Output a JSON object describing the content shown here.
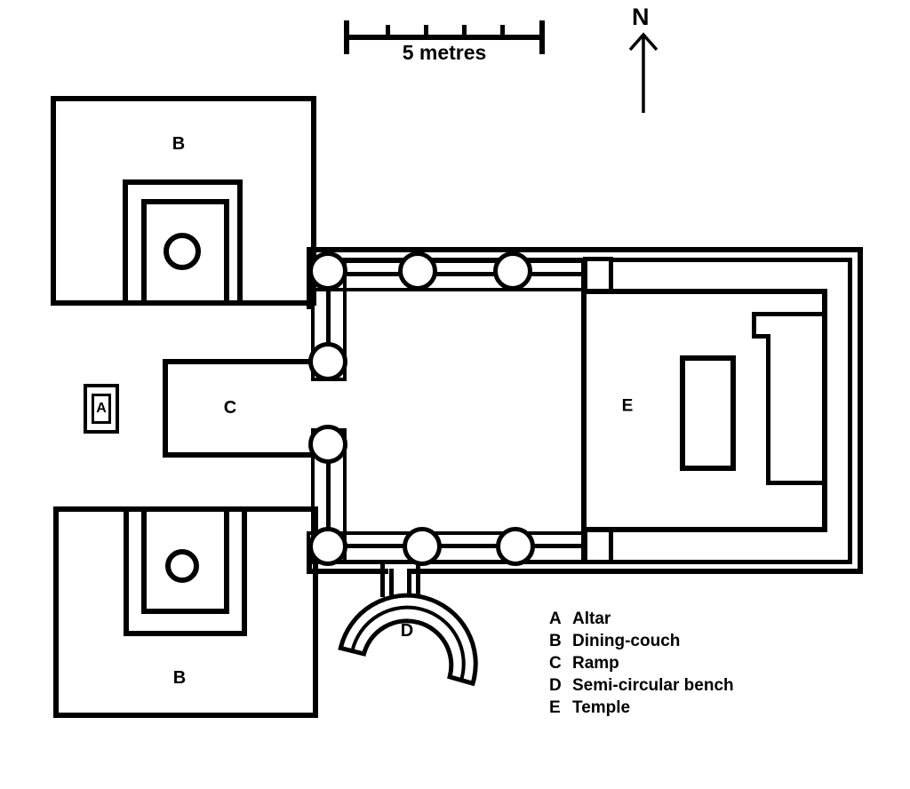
{
  "scale_bar": {
    "label": "5 metres"
  },
  "compass": {
    "north_label": "N"
  },
  "markers": {
    "dining_couch_north": "B",
    "dining_couch_south": "B",
    "altar": "A",
    "ramp": "C",
    "bench": "D",
    "temple": "E"
  },
  "legend": {
    "items": [
      {
        "key": "A",
        "label": "Altar"
      },
      {
        "key": "B",
        "label": "Dining-couch"
      },
      {
        "key": "C",
        "label": "Ramp"
      },
      {
        "key": "D",
        "label": "Semi-circular bench"
      },
      {
        "key": "E",
        "label": "Temple"
      }
    ]
  },
  "colors": {
    "line": "#000000",
    "background": "#ffffff"
  }
}
